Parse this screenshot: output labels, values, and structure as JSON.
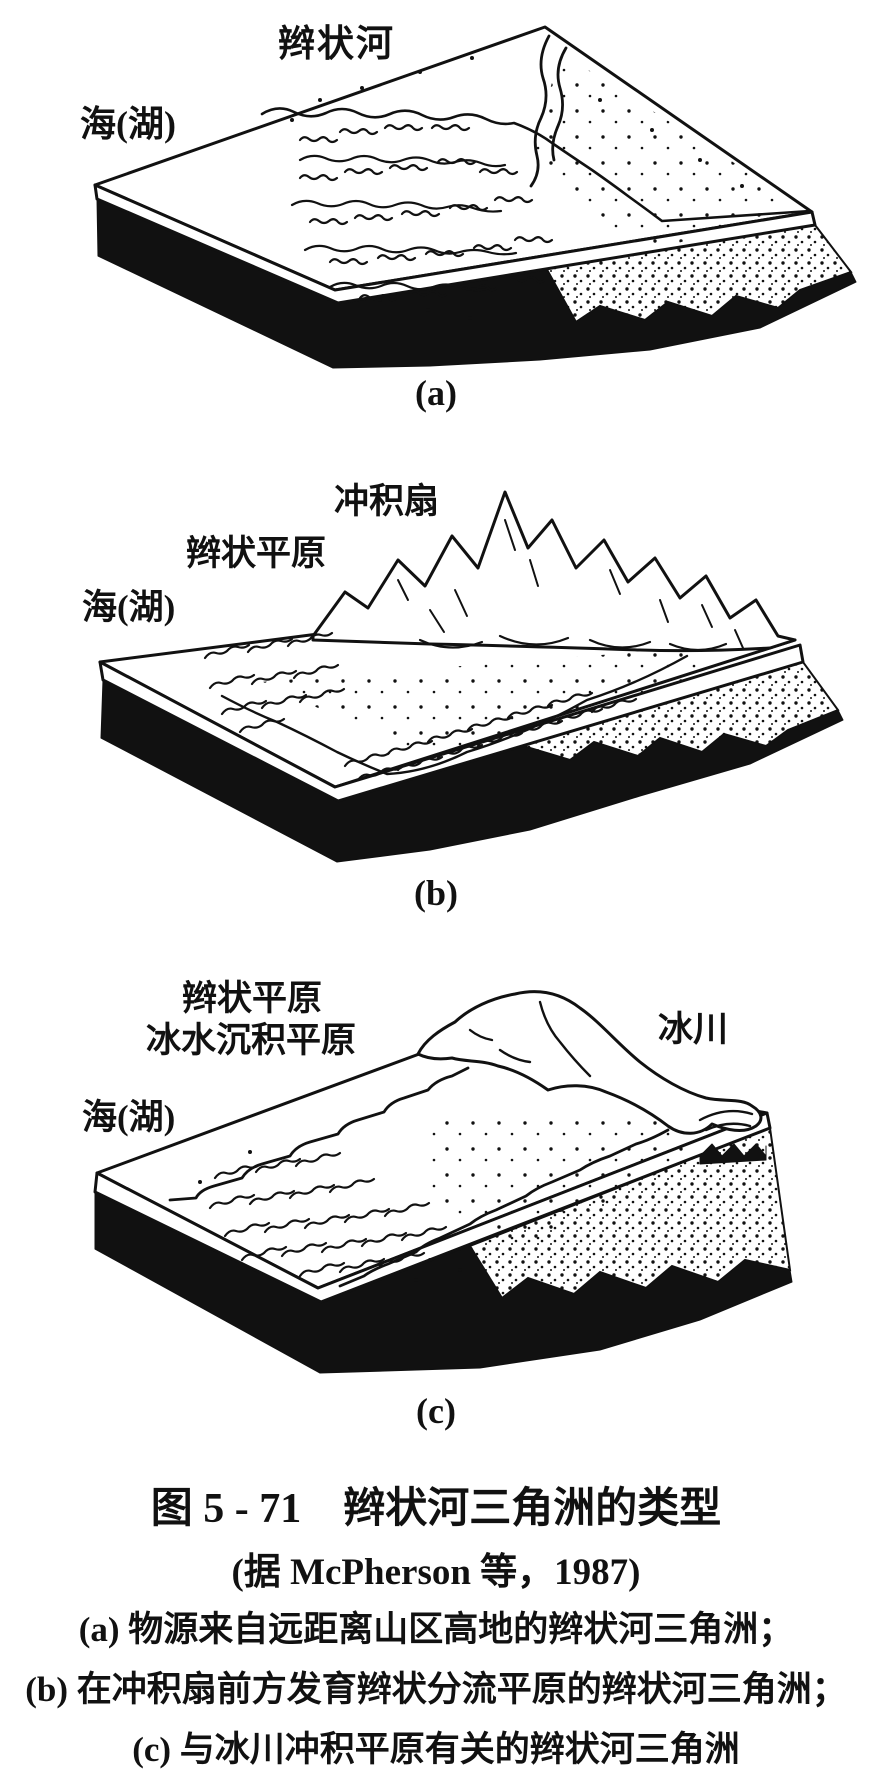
{
  "figure": {
    "panels": [
      {
        "id": "a",
        "tag": "(a)",
        "labels": {
          "river": "辫状河",
          "sea": "海(湖)"
        }
      },
      {
        "id": "b",
        "tag": "(b)",
        "labels": {
          "fan": "冲积扇",
          "plain": "辫状平原",
          "sea": "海(湖)"
        }
      },
      {
        "id": "c",
        "tag": "(c)",
        "labels": {
          "plain": "辫状平原",
          "outwash": "冰水沉积平原",
          "glacier": "冰川",
          "sea": "海(湖)"
        }
      }
    ],
    "caption": {
      "title": "图 5 - 71　辫状河三角洲的类型",
      "source": "(据 McPherson 等，1987)",
      "items": [
        "(a) 物源来自远距离山区高地的辫状河三角洲；",
        "(b) 在冲积扇前方发育辫状分流平原的辫状河三角洲；",
        "(c) 与冰川冲积平原有关的辫状河三角洲"
      ]
    },
    "colors": {
      "ink": "#111111",
      "paper": "#ffffff"
    }
  }
}
